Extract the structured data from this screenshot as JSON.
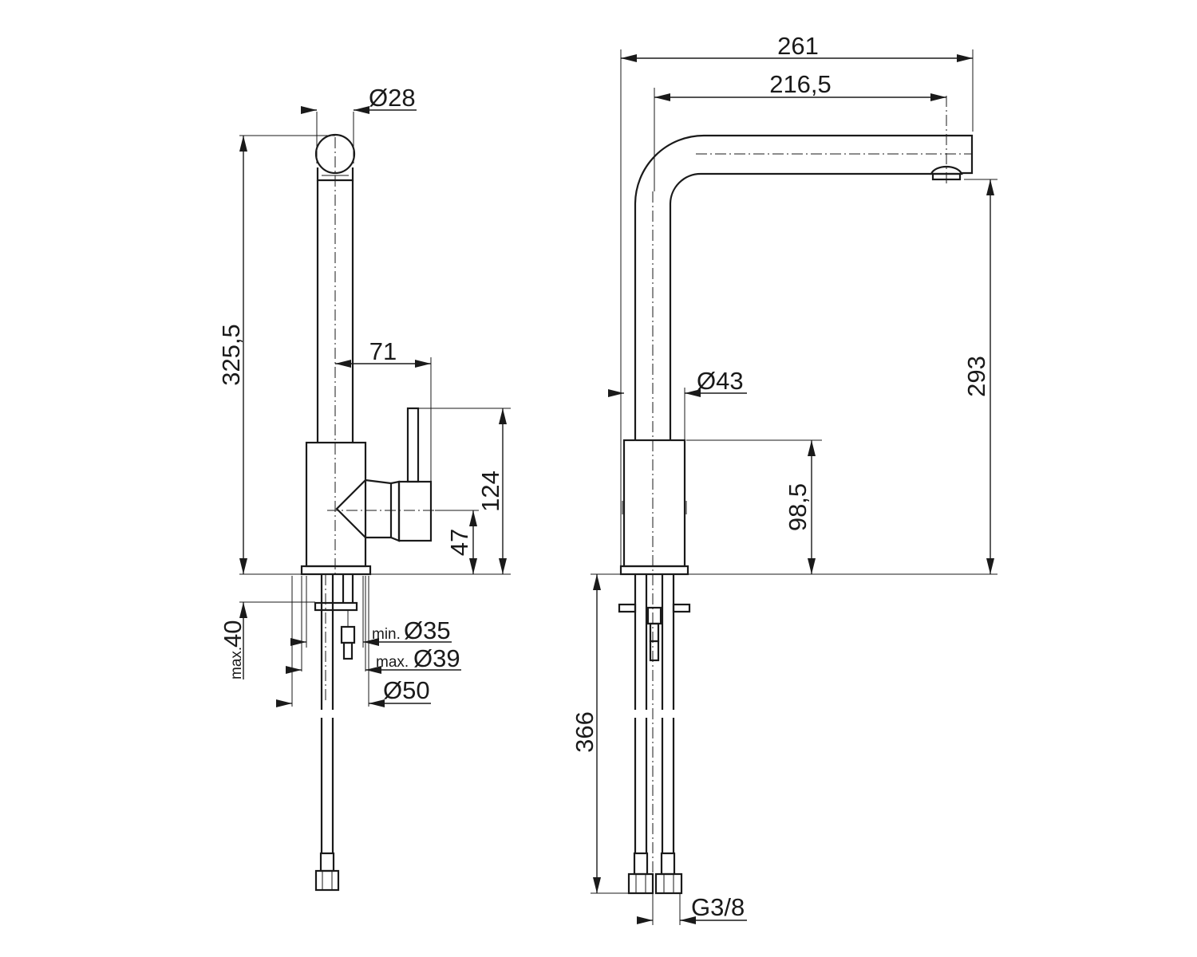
{
  "colors": {
    "line": "#1a1a1a",
    "background": "#ffffff"
  },
  "front_view": {
    "dia_28": "Ø28",
    "height_325_5": "325,5",
    "offset_71": "71",
    "height_124": "124",
    "height_47": "47",
    "max_prefix": "max.",
    "max_40": "40",
    "min_prefix": "min.",
    "dia_35": "Ø35",
    "max_prefix_2": "max.",
    "dia_39": "Ø39",
    "dia_50": "Ø50"
  },
  "side_view": {
    "width_261": "261",
    "width_216_5": "216,5",
    "dia_43": "Ø43",
    "height_293": "293",
    "height_98_5": "98,5",
    "hose_366": "366",
    "thread_g3_8": "G3/8"
  }
}
